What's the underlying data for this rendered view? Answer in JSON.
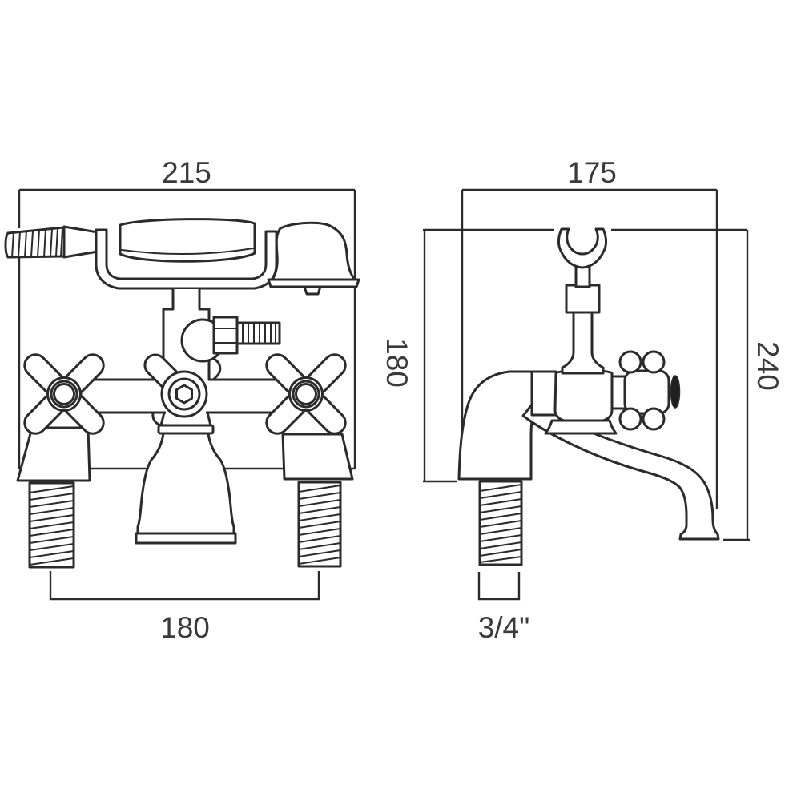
{
  "drawing": {
    "type": "dimensioned technical line drawing, bath shower mixer tap, two orthographic views",
    "colors": {
      "line": "#2b2b2b",
      "label": "#3a3a3a",
      "background": "#ffffff",
      "handle_end_fill": "#1f1f1f"
    },
    "front_view": {
      "overall_width": "215",
      "tail_centres": "180"
    },
    "side_view": {
      "overall_width": "175",
      "height_to_base": "180",
      "height_to_spout": "240",
      "connector_size": "3/4\""
    }
  }
}
